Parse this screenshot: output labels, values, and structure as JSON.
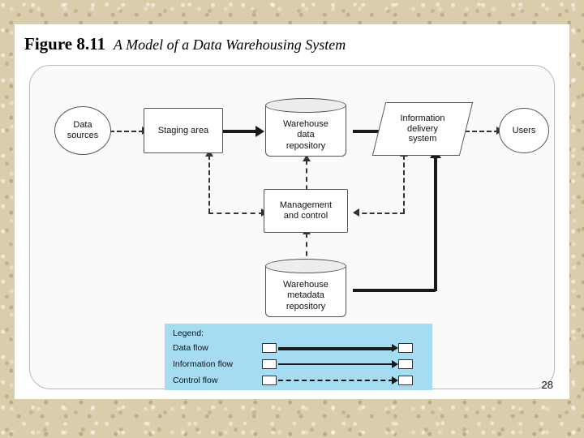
{
  "slide": {
    "figure_number": "Figure 8.11",
    "figure_title": "A Model of a Data Warehousing System",
    "page_number": "28"
  },
  "diagram": {
    "nodes": [
      {
        "id": "data-sources",
        "label": "Data\nsources",
        "shape": "ellipse"
      },
      {
        "id": "staging-area",
        "label": "Staging area",
        "shape": "rect"
      },
      {
        "id": "warehouse-data-repository",
        "label": "Warehouse\ndata\nrepository",
        "shape": "cylinder"
      },
      {
        "id": "information-delivery-system",
        "label": "Information\ndelivery\nsystem",
        "shape": "parallelogram"
      },
      {
        "id": "users",
        "label": "Users",
        "shape": "ellipse"
      },
      {
        "id": "management-and-control",
        "label": "Management\nand control",
        "shape": "rect"
      },
      {
        "id": "warehouse-metadata-repository",
        "label": "Warehouse\nmetadata\nrepository",
        "shape": "cylinder"
      }
    ],
    "labels": {
      "data_sources_line1": "Data",
      "data_sources_line2": "sources",
      "staging_area": "Staging area",
      "warehouse_data_line1": "Warehouse",
      "warehouse_data_line2": "data",
      "warehouse_data_line3": "repository",
      "info_delivery_line1": "Information",
      "info_delivery_line2": "delivery",
      "info_delivery_line3": "system",
      "users": "Users",
      "mgmt_line1": "Management",
      "mgmt_line2": "and control",
      "metadata_line1": "Warehouse",
      "metadata_line2": "metadata",
      "metadata_line3": "repository"
    }
  },
  "legend": {
    "title": "Legend:",
    "rows": [
      {
        "label": "Data flow",
        "style": "solid-thick"
      },
      {
        "label": "Information flow",
        "style": "solid-thin"
      },
      {
        "label": "Control flow",
        "style": "dashed"
      }
    ]
  }
}
